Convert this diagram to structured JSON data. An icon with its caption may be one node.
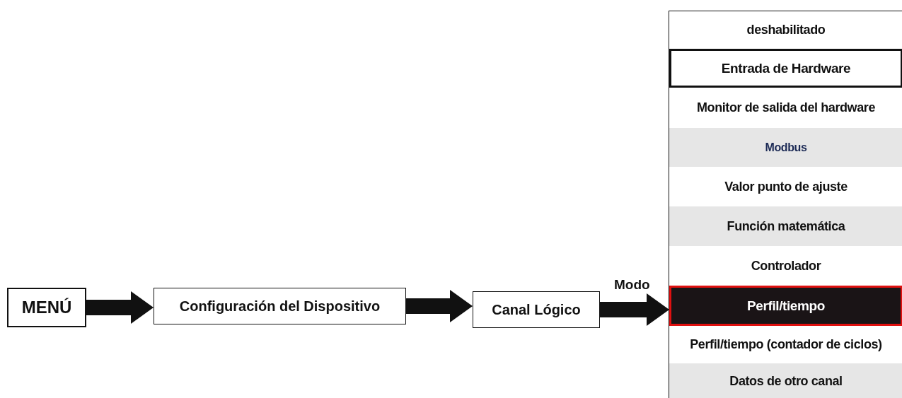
{
  "diagram": {
    "nodes": [
      {
        "text": [
          "MENÚ"
        ]
      },
      {
        "text": [
          "Configuración del Dispositivo"
        ]
      },
      {
        "text": [
          "Canal Lógico"
        ]
      },
      {
        "text": [],
        "shape": "box"
      },
      {
        "text": [
          "deshabilitado"
        ],
        "in": 3
      },
      {
        "text": [
          "Entrada de Hardware"
        ],
        "in": 3
      },
      {
        "text": [
          "Monitor de salida del hardware"
        ],
        "in": 3
      },
      {
        "text": [
          "Modbus"
        ],
        "in": 3
      },
      {
        "text": [
          "Valor punto de ajuste"
        ],
        "in": 3
      },
      {
        "text": [
          "Función matemática"
        ],
        "in": 3
      },
      {
        "text": [
          "Controlador"
        ],
        "in": 3
      },
      {
        "text": [
          "Perfil/tiempo"
        ],
        "in": 3
      },
      {
        "text": [
          "Perfil/tiempo (contador de ciclos)"
        ],
        "in": 3
      },
      {
        "text": [
          "Datos de otro canal"
        ],
        "in": 3
      }
    ],
    "edges": [
      {
        "from": 0,
        "to": 1,
        "arrow": "to"
      },
      {
        "from": 1,
        "to": 2,
        "arrow": "to"
      },
      {
        "from": 2,
        "to": 11,
        "arrow": "to",
        "label": "Modo"
      }
    ]
  }
}
